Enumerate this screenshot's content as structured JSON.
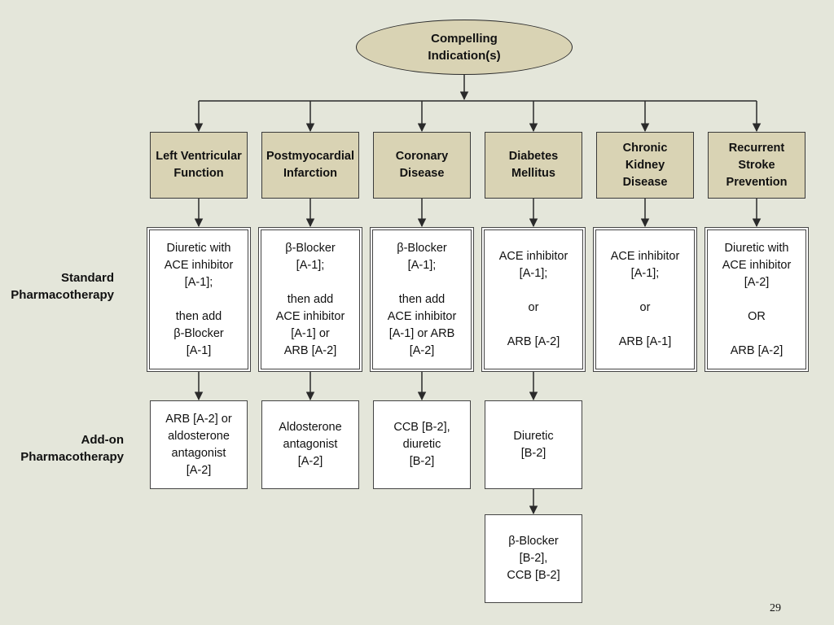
{
  "root": {
    "line1": "Compelling",
    "line2": "Indication(s)"
  },
  "row_labels": {
    "standard": [
      "Standard",
      "Pharmacotherapy"
    ],
    "addon": [
      "Add-on",
      "Pharmacotherapy"
    ]
  },
  "columns": [
    {
      "heading": [
        "Left Ventricular",
        "Function"
      ],
      "standard": [
        "Diuretic with",
        "ACE inhibitor",
        "[A-1];",
        "",
        "then add",
        "β-Blocker",
        "[A-1]"
      ],
      "addon": [
        [
          "ARB [A-2] or",
          "aldosterone",
          "antagonist",
          "[A-2]"
        ]
      ]
    },
    {
      "heading": [
        "Postmyocardial",
        "Infarction"
      ],
      "standard": [
        "β-Blocker",
        "[A-1];",
        "",
        "then add",
        "ACE inhibitor",
        "[A-1] or",
        "ARB [A-2]"
      ],
      "addon": [
        [
          "Aldosterone",
          "antagonist",
          "[A-2]"
        ]
      ]
    },
    {
      "heading": [
        "Coronary",
        "Disease"
      ],
      "standard": [
        "β-Blocker",
        "[A-1];",
        "",
        "then add",
        "ACE inhibitor",
        "[A-1] or ARB",
        "[A-2]"
      ],
      "addon": [
        [
          "CCB [B-2],",
          "diuretic",
          "[B-2]"
        ]
      ]
    },
    {
      "heading": [
        "Diabetes",
        "Mellitus"
      ],
      "standard": [
        "ACE inhibitor",
        "[A-1];",
        "",
        "or",
        "",
        "ARB [A-2]"
      ],
      "addon": [
        [
          "Diuretic",
          "[B-2]"
        ],
        [
          "β-Blocker",
          "[B-2],",
          "CCB [B-2]"
        ]
      ]
    },
    {
      "heading": [
        "Chronic",
        "Kidney",
        "Disease"
      ],
      "standard": [
        "ACE inhibitor",
        "[A-1];",
        "",
        "or",
        "",
        "ARB [A-1]"
      ],
      "addon": []
    },
    {
      "heading": [
        "Recurrent",
        "Stroke",
        "Prevention"
      ],
      "standard": [
        "Diuretic with",
        "ACE inhibitor",
        "[A-2]",
        "",
        "OR",
        "",
        "ARB [A-2]"
      ],
      "addon": []
    }
  ],
  "slide_number": "29",
  "colors": {
    "box_fill": "#d9d3b4",
    "background": "#e4e6da",
    "line": "#2a2a2a"
  }
}
